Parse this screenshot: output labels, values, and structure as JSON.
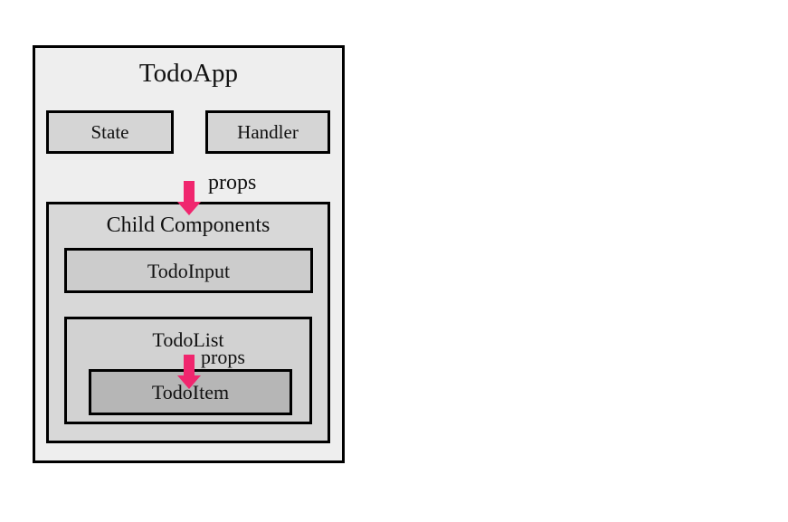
{
  "diagram": {
    "root": {
      "label": "TodoApp"
    },
    "state_box": {
      "label": "State"
    },
    "handler_box": {
      "label": "Handler"
    },
    "props_top": {
      "label": "props"
    },
    "children_box": {
      "label": "Child Components",
      "todo_input": {
        "label": "TodoInput"
      },
      "todo_list": {
        "label": "TodoList",
        "props": {
          "label": "props"
        },
        "todo_item": {
          "label": "TodoItem"
        }
      }
    },
    "colors": {
      "arrow": "#f0266e",
      "border": "#000000",
      "root_fill": "#eeeeee",
      "state_fill": "#d5d5d5",
      "children_fill": "#d8d8d8",
      "todo_item_fill": "#b6b6b6"
    }
  }
}
